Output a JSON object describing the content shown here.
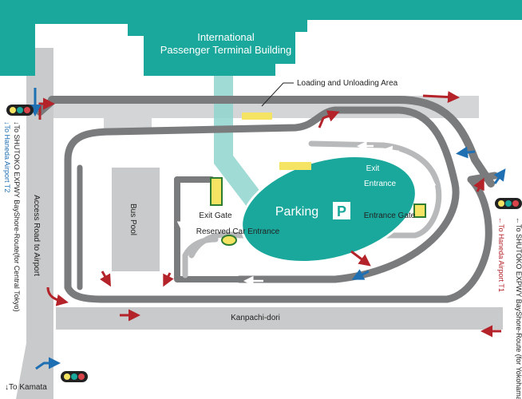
{
  "map": {
    "terminal_label_line1": "International",
    "terminal_label_line2": "Passenger Terminal Building",
    "loading_area": "Loading and Unloading Area",
    "parking": "Parking",
    "parking_symbol": "P",
    "exit": "Exit",
    "entrance": "Entrance",
    "entrance_gate": "Entrance Gate",
    "exit_gate": "Exit Gate",
    "reserved_car_entrance": "Reserved Car Entrance",
    "bus_pool": "Bus Pool",
    "access_road": "Access Road to Airport",
    "kanpachi": "Kanpachi-dori",
    "to_haneda_t2": "↓To Haneda Airport T2",
    "to_shutoko_central": "↓To SHUTOKO EXPWY BayShore-Route(for Central Tokyo)",
    "to_shutoko_yokohama": "←To SHUTOKO EXPWY BayShore-Route (for Yokohama)",
    "to_haneda_t1": "←To Haneda Airport T1",
    "to_kamata": "↓To Kamata"
  },
  "colors": {
    "terminal": "#1aa89c",
    "road": "#7a7b7d",
    "light_road": "#c9cacb",
    "yellow": "#f5e463",
    "arrow_red": "#b4232a",
    "arrow_blue": "#1f6fb3"
  }
}
